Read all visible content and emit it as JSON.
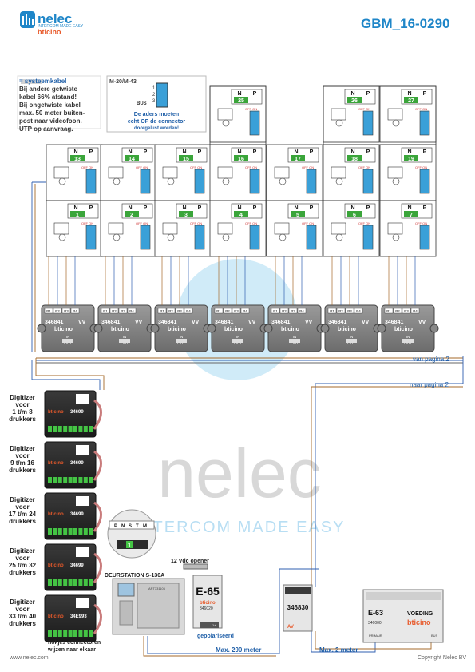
{
  "header": {
    "doc_code": "GBM_16-0290",
    "brand_name": "nelec",
    "brand_tagline": "INTERCOM MADE EASY",
    "partner_brand": "bticino"
  },
  "footer": {
    "website": "www.nelec.com",
    "copyright": "Copyright Nelec BV"
  },
  "legend": {
    "line1": "= systeemkabel",
    "line2": "Bij andere getwiste",
    "line3": "kabel 66% afstand!",
    "line4": "Bij ongetwiste kabel",
    "line5": "max. 50 meter buiten-",
    "line6": "post naar videofoon.",
    "line7": "UTP op aanvraag."
  },
  "connector_note": {
    "model": "M-20/M-43",
    "pin1": "1",
    "pin2": "2",
    "pin3": "3",
    "bus": "BUS",
    "line1": "De aders moeten",
    "line2": "echt OP de connector",
    "line3": "doorgelust worden!"
  },
  "monitor": {
    "n": "N",
    "p": "P",
    "off_on": "OFF ON",
    "numbers": [
      "1",
      "2",
      "3",
      "4",
      "5",
      "6",
      "7",
      "13",
      "14",
      "15",
      "16",
      "17",
      "18",
      "19",
      "25",
      "26",
      "27"
    ]
  },
  "distributor": {
    "model": "346841",
    "vv": "VV",
    "ports": [
      "P1",
      "P2",
      "P3",
      "P4"
    ],
    "in": "IN",
    "out": "OUT"
  },
  "page_links": {
    "from": "van pagina 2",
    "to": "naar pagina 2"
  },
  "digitizers": [
    {
      "l1": "Digitizer",
      "l2": "voor",
      "l3": "1 t/m 8",
      "l4": "drukkers"
    },
    {
      "l1": "Digitizer",
      "l2": "voor",
      "l3": "9 t/m 16",
      "l4": "drukkers"
    },
    {
      "l1": "Digitizer",
      "l2": "voor",
      "l3": "17 t/m 24",
      "l4": "drukkers"
    },
    {
      "l1": "Digitizer",
      "l2": "voor",
      "l3": "25 t/m 32",
      "l4": "drukkers"
    },
    {
      "l1": "Digitizer",
      "l2": "voor",
      "l3": "33 t/m 40",
      "l4": "drukkers"
    }
  ],
  "digitizer_model": "34699",
  "digitizer_model_last": "34E993",
  "nokjes_line1": "nokjes connectoren",
  "nokjes_line2": "wijzen naar elkaar",
  "door_station": {
    "title": "DEURSTATION S-130A",
    "model_small": "ART331106",
    "pins": [
      "P",
      "N",
      "S",
      "T",
      "M"
    ],
    "pin_index": "1"
  },
  "psu_e65": {
    "title": "12 Vdc opener",
    "name": "E-65",
    "model": "346020",
    "polarity": "gepolariseerd",
    "terminal": "1+"
  },
  "interface_346830": {
    "model": "346830",
    "av": "AV",
    "distance": "Max. 290 meter"
  },
  "psu_e63": {
    "name": "E-63",
    "voeding": "VOEDING",
    "model": "346000",
    "primair": "PRIMAIR",
    "bus": "BUS",
    "distance": "Max. 2 meter"
  },
  "colors": {
    "brand_blue": "#1f86c8",
    "bticino_orange": "#e8592a",
    "monitor_green": "#3aa53a",
    "cable_brown": "#a5692a",
    "cable_blue": "#2f5fb0",
    "device_grey": "#7d7d7d",
    "terminal_green": "#44c444",
    "watermark": "#9fd4f0"
  }
}
